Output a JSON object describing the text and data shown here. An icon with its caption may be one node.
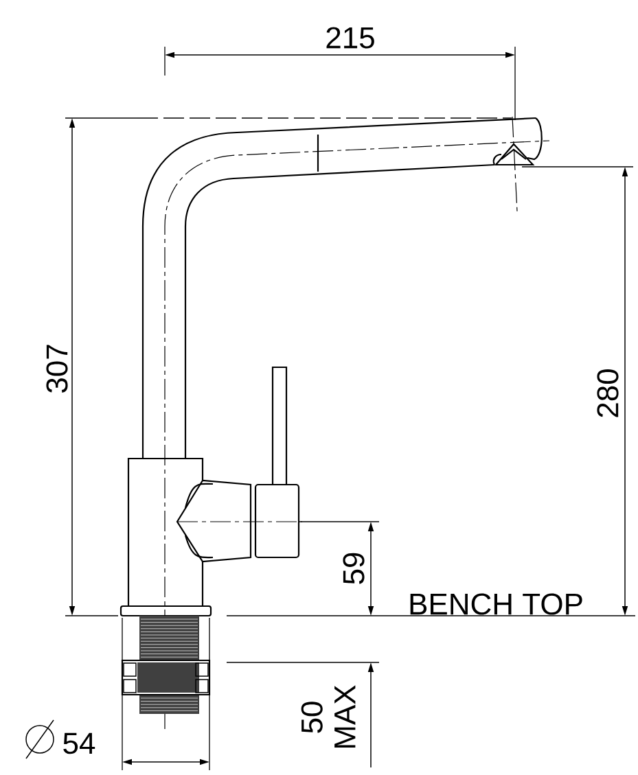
{
  "diagram": {
    "labels": [
      "215",
      "307",
      "280",
      "59",
      "BENCH TOP",
      "50 MAX",
      "54"
    ]
  }
}
